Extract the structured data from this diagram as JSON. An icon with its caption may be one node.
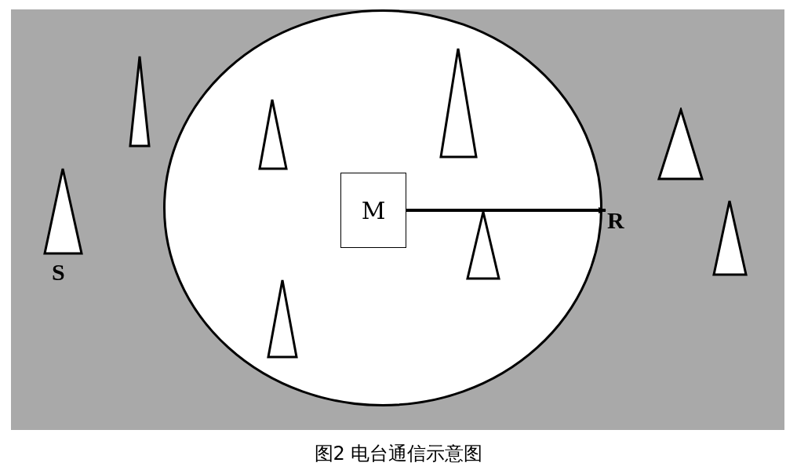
{
  "diagram": {
    "caption": "图2 电台通信示意图",
    "nodes": [
      {
        "text": [],
        "shape": "circle"
      },
      {
        "text": [
          "M"
        ],
        "in": 0
      },
      {
        "text": [
          "R"
        ]
      }
    ],
    "edges": [
      {
        "from": 1,
        "to": 2,
        "arrow": "to"
      }
    ],
    "labels": [
      "S"
    ]
  }
}
